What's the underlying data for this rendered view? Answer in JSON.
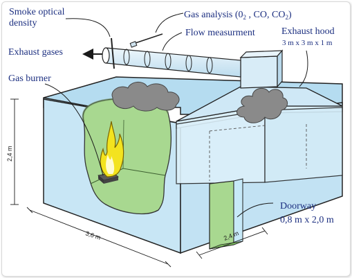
{
  "labels": {
    "smoke_line1": "Smoke optical",
    "smoke_line2": "density",
    "exhaust_gases": "Exhaust gases",
    "gas_burner": "Gas burner",
    "gas_analysis_prefix": "Gas analysis (0",
    "gas_analysis_sub1": "2",
    "gas_analysis_mid": " , CO, CO",
    "gas_analysis_sub2": "2",
    "gas_analysis_suffix": ")",
    "flow_measurement": "Flow measurment",
    "exhaust_hood": "Exhaust hood",
    "hood_size": "3 m x 3 m x 1 m",
    "doorway": "Doorway",
    "doorway_size": "0,8 m x 2,0 m"
  },
  "dimensions": {
    "height": "2,4 m",
    "length": "3,6 m",
    "width": "2,4 m"
  },
  "colors": {
    "room_wall": "#c8e6f5",
    "room_top": "#b5dcf0",
    "interior": "#a8d890",
    "hood": "#d9eef8",
    "duct": "#d8ecf7",
    "smoke": "#8a8a8a",
    "flame_outer": "#f3e31f",
    "flame_inner": "#fffbd0",
    "label_text": "#1c2f80"
  }
}
